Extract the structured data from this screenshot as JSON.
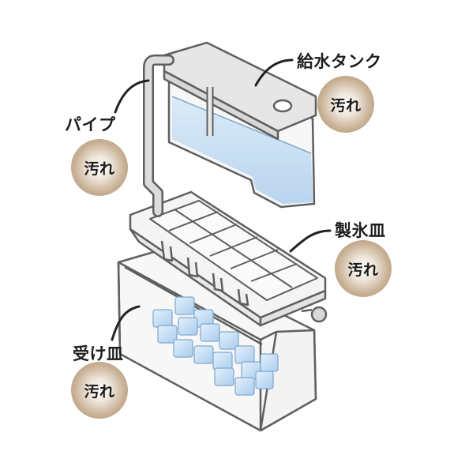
{
  "labels": {
    "tank": "給水タンク",
    "pipe": "パイプ",
    "ice_tray": "製氷皿",
    "receiving_tray": "受け皿"
  },
  "badges": {
    "tank": "汚れ",
    "pipe": "汚れ",
    "ice_tray": "汚れ",
    "receiving_tray": "汚れ"
  },
  "colors": {
    "outline": "#5f5f5f",
    "part_fill": "#f2f2f2",
    "water": "#c7def4",
    "ice": "#bcd9f2",
    "badge_ring": "#a88a66"
  }
}
